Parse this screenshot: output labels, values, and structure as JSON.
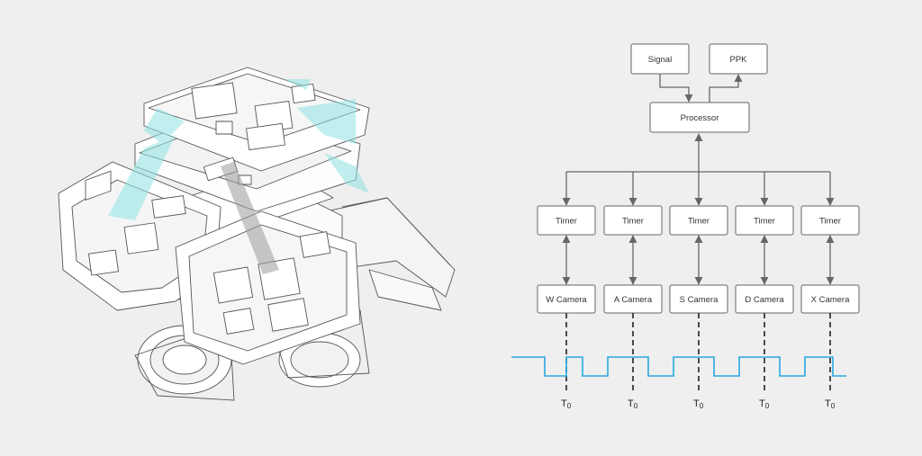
{
  "colors": {
    "background": "#efefef",
    "box_fill": "#ffffff",
    "box_stroke": "#666666",
    "arrow": "#666666",
    "signal_wave": "#29a8e0",
    "highlight": "#8fe3e3"
  },
  "diagram": {
    "signal": "Signal",
    "ppk": "PPK",
    "processor": "Processor",
    "timer_label": "Timer",
    "cameras": [
      "W Camera",
      "A Camera",
      "S Camera",
      "D Camera",
      "X Camera"
    ],
    "t0_main": "T",
    "t0_sub": "0"
  },
  "illustration": {
    "icon": "camera-gimbal-exploded-icon"
  }
}
